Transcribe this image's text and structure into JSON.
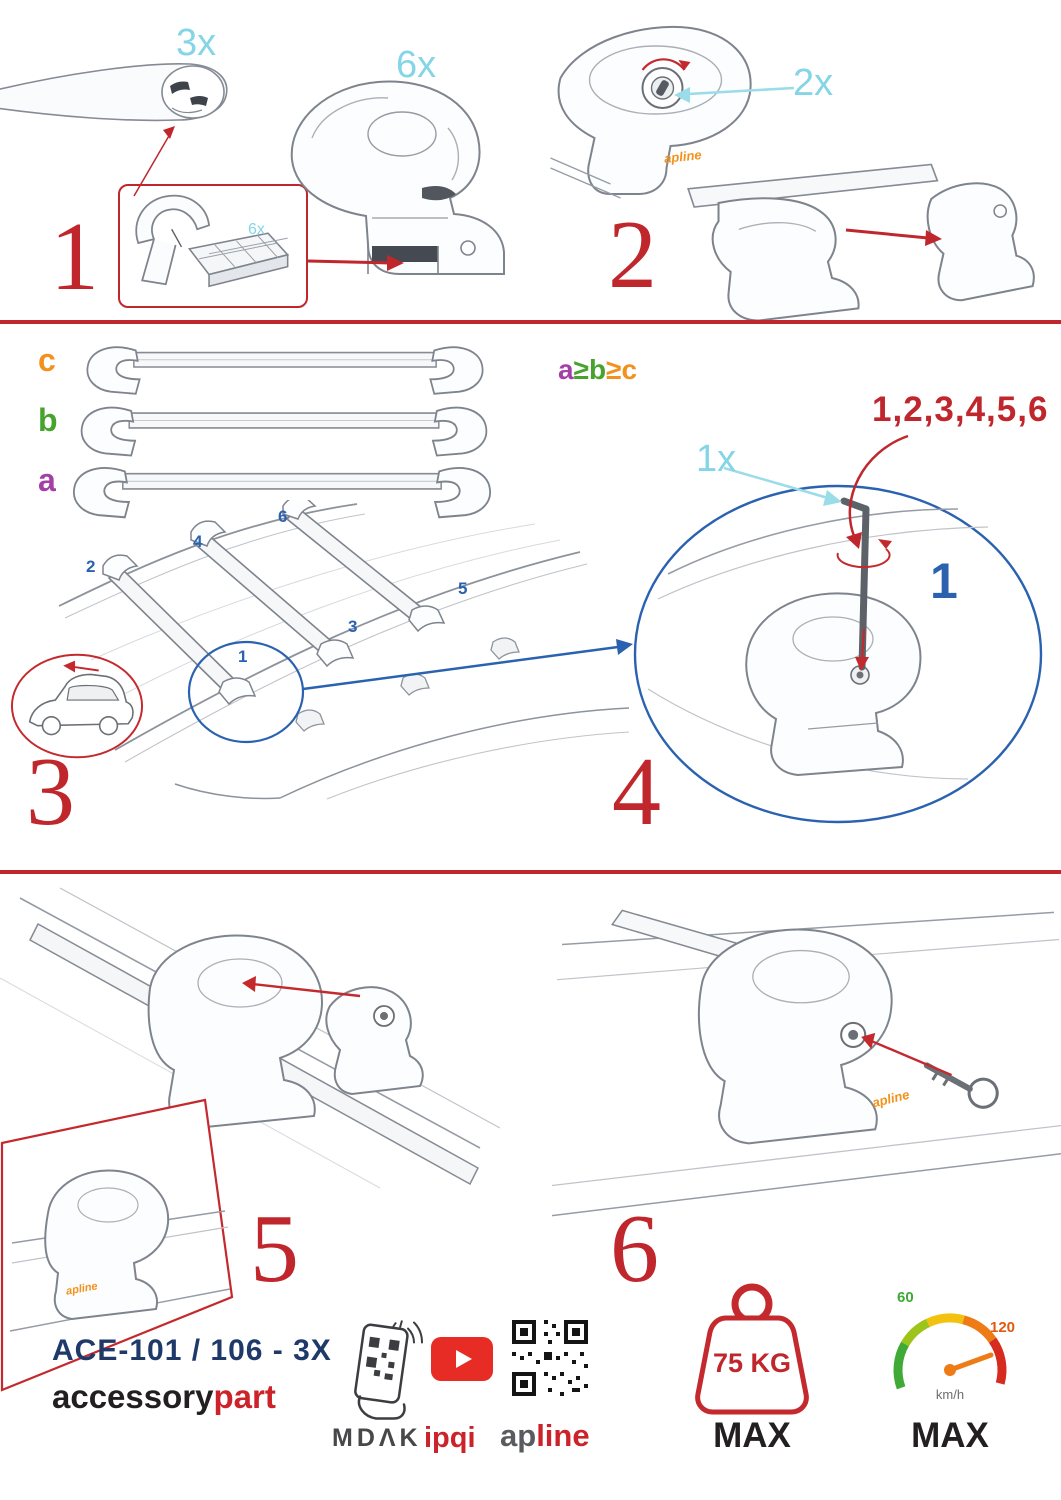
{
  "steps": {
    "s1": {
      "num": "1",
      "bar_qty": "3x",
      "foot_qty": "6x",
      "pad_qty": "6x"
    },
    "s2": {
      "num": "2",
      "lock_qty": "2x"
    },
    "s3": {
      "num": "3",
      "bar_c": "c",
      "bar_b": "b",
      "bar_a": "a",
      "rule": {
        "a": "a",
        "ge1": "≥",
        "b": "b",
        "ge2": "≥",
        "c": "c"
      },
      "positions": {
        "p1": "1",
        "p2": "2",
        "p3": "3",
        "p4": "4",
        "p5": "5",
        "p6": "6"
      }
    },
    "s4": {
      "num": "4",
      "key_qty": "1x",
      "sequence": "1,2,3,4,5,6",
      "first": "1"
    },
    "s5": {
      "num": "5"
    },
    "s6": {
      "num": "6"
    }
  },
  "brand_mark": "apline",
  "footer": {
    "model": "ACE-101 / 106 - 3X",
    "brand_black": "accessory",
    "brand_red": "part",
    "mdak": "MDΛK",
    "ipqi": "ipqi",
    "apline_gray": "ap",
    "apline_red": "line",
    "weight_value": "75 KG",
    "weight_max": "MAX",
    "speed_low": "60",
    "speed_high": "120",
    "speed_unit": "km/h",
    "speed_max": "MAX"
  },
  "colors": {
    "accent_red": "#c0272d",
    "label_cyan": "#84d5e6",
    "number_blue": "#2b62b0",
    "bar_a_purple": "#a43fa8",
    "bar_b_green": "#47a32e",
    "bar_c_orange": "#f2921d",
    "model_navy": "#1f3a68",
    "youtube_red": "#e62c25"
  }
}
